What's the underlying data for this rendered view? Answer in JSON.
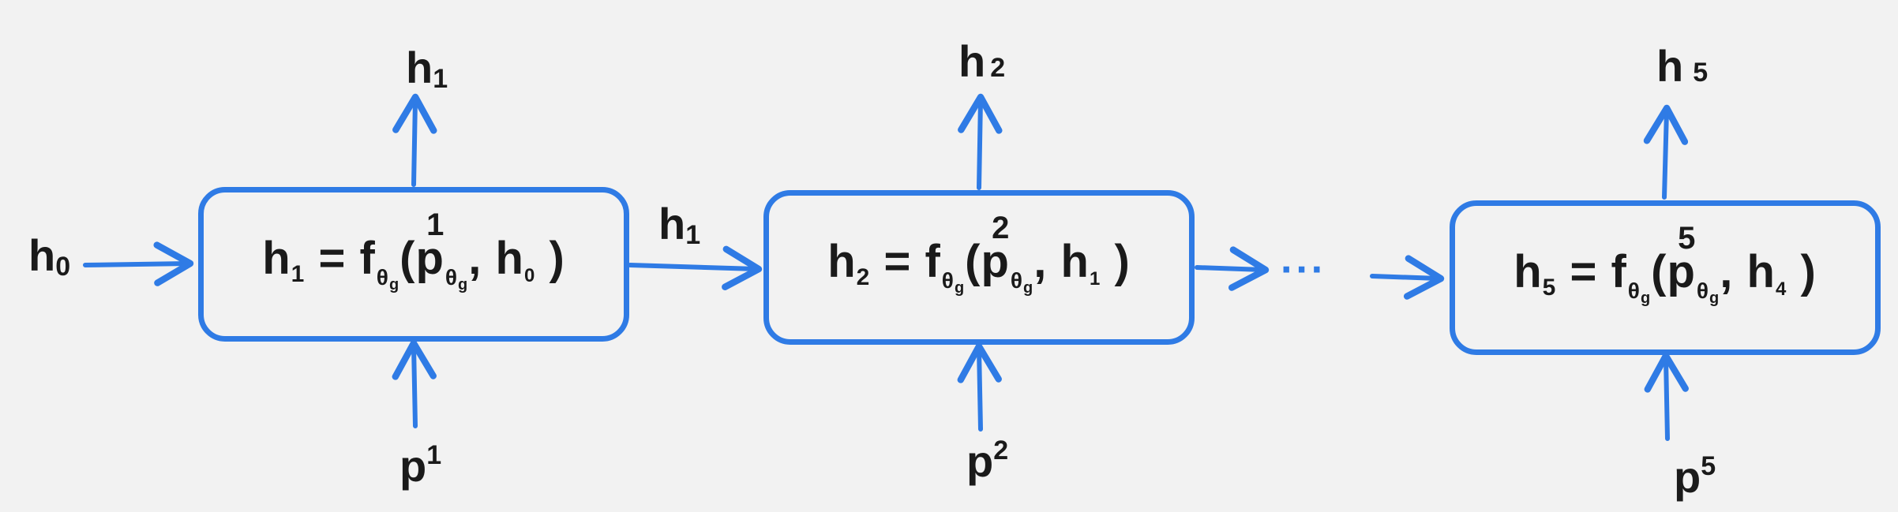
{
  "colors": {
    "accent": "#2f7be5",
    "background": "#f2f2f2",
    "text": "#1a1a1a"
  },
  "input_state": {
    "base": "h",
    "sub": "0"
  },
  "ellipsis": "···",
  "cells": [
    {
      "formula": {
        "lhs": "h",
        "lhs_sub": "1",
        "eq": "=",
        "f": "f",
        "theta": "θ",
        "g": "g",
        "open": "(p",
        "sup": "1",
        "sep": ",",
        "h": "h",
        "h_sub": "0",
        "close": ")"
      },
      "output": {
        "base": "h",
        "sub": "1"
      },
      "input": {
        "base": "p",
        "sup": "1"
      }
    },
    {
      "formula": {
        "lhs": "h",
        "lhs_sub": "2",
        "eq": "=",
        "f": "f",
        "theta": "θ",
        "g": "g",
        "open": "(p",
        "sup": "2",
        "sep": ",",
        "h": "h",
        "h_sub": "1",
        "close": ")"
      },
      "output": {
        "base": "h",
        "sub": "2"
      },
      "input": {
        "base": "p",
        "sup": "2"
      }
    },
    {
      "formula": {
        "lhs": "h",
        "lhs_sub": "5",
        "eq": "=",
        "f": "f",
        "theta": "θ",
        "g": "g",
        "open": "(p",
        "sup": "5",
        "sep": ",",
        "h": "h",
        "h_sub": "4",
        "close": ")"
      },
      "output": {
        "base": "h",
        "sub": "5"
      },
      "input": {
        "base": "p",
        "sup": "5"
      }
    }
  ],
  "transitions": [
    {
      "base": "h",
      "sub": "1"
    }
  ]
}
